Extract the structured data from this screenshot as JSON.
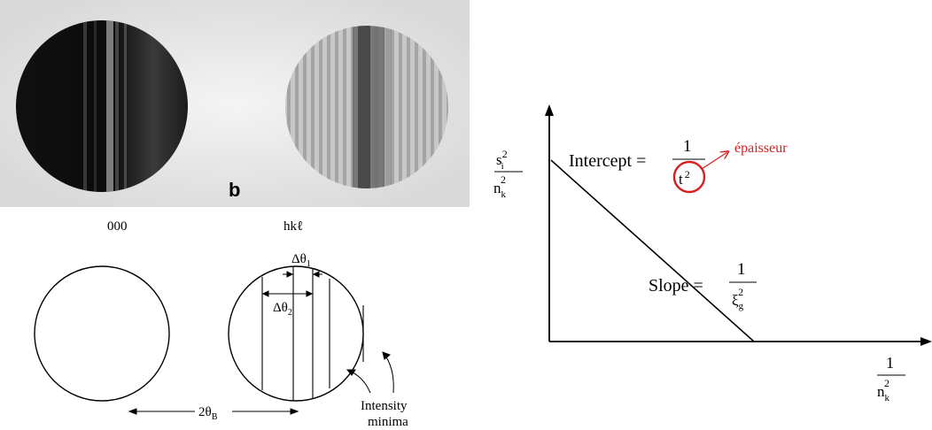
{
  "photo": {
    "panel_label": "b"
  },
  "schematic": {
    "beam_direct": "000",
    "beam_diffracted": "hkℓ",
    "delta_theta_1": "Δθ",
    "delta_theta_1_sub": "1",
    "delta_theta_2": "Δθ",
    "delta_theta_2_sub": "2",
    "bragg_angle": "2θ",
    "bragg_angle_sub": "B",
    "intensity_label_line1": "Intensity",
    "intensity_label_line2": "minima"
  },
  "plot": {
    "y_label_num": "s",
    "y_label_num_sub": "i",
    "y_label_num_sup": "2",
    "y_label_den": "n",
    "y_label_den_sub": "k",
    "y_label_den_sup": "2",
    "intercept_text": "Intercept = ",
    "intercept_num": "1",
    "intercept_den": "t",
    "intercept_den_sup": "2",
    "slope_text": "Slope = ",
    "slope_num": "1",
    "slope_den": "ξ",
    "slope_den_sub": "g",
    "slope_den_sup": "2",
    "x_label_num": "1",
    "x_label_den": "n",
    "x_label_den_sub": "k",
    "x_label_den_sup": "2",
    "annotation": "épaisseur",
    "annotation_color": "#d81e1e"
  }
}
